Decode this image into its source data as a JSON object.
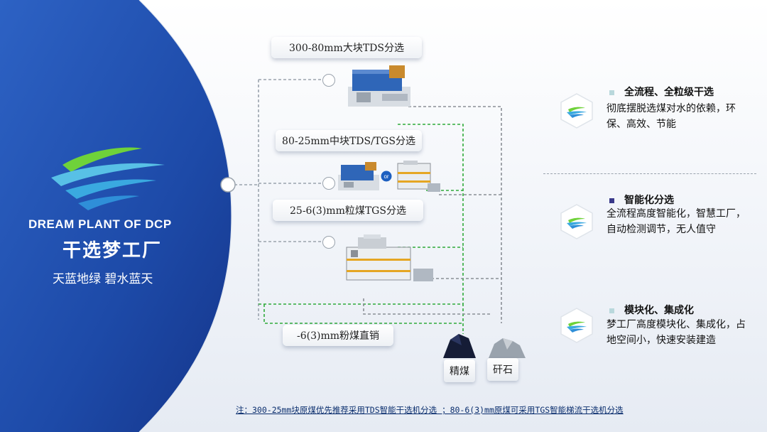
{
  "brand": {
    "name_en": "DREAM PLANT OF DCP",
    "name_cn": "干选梦工厂",
    "slogan": "天蓝地绿  碧水蓝天",
    "colors": {
      "blue_dark": "#1a3d9a",
      "blue_mid": "#3569c7",
      "green": "#5cc23a",
      "cyan": "#2db5d8"
    }
  },
  "flow": {
    "stages": [
      {
        "label": "300-80mm大块TDS分选"
      },
      {
        "label": "80-25mm中块TDS/TGS分选"
      },
      {
        "label": "25-6(3)mm粒煤TGS分选"
      },
      {
        "label": "-6(3)mm粉煤直销"
      }
    ],
    "or_label": "or",
    "outputs": [
      {
        "label": "精煤"
      },
      {
        "label": "矸石"
      }
    ],
    "colors": {
      "product_line": "#2faa3a",
      "reject_line": "#8a8f96"
    }
  },
  "features": [
    {
      "title": "全流程、全粒级干选",
      "desc": "彻底摆脱选煤对水的依赖，环保、高效、节能",
      "marker_color": "#b9d8dc"
    },
    {
      "title": "智能化分选",
      "desc": "全流程高度智能化，智慧工厂，自动检测调节，无人值守",
      "marker_color": "#3a3a8a"
    },
    {
      "title": "模块化、集成化",
      "desc": "梦工厂高度模块化、集成化，占地空间小，快速安装建造",
      "marker_color": "#b9d8dc"
    }
  ],
  "note": "注：300-25mm块原煤优先推荐采用TDS智能干选机分选 ；80-6(3)mm原煤可采用TGS智能梯流干选机分选"
}
